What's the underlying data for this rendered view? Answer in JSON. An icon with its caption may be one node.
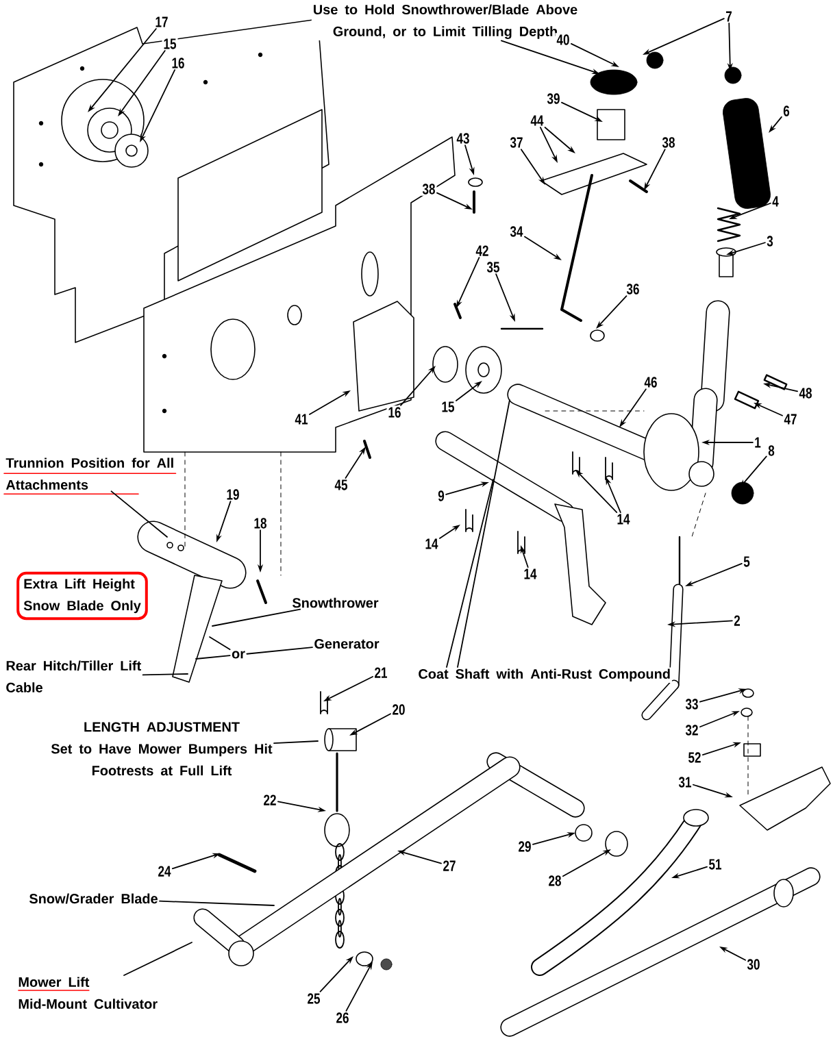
{
  "diagram": {
    "nodes": [
      {
        "text": [
          "Use to Hold Snowthrower/Blade Above Ground, or to Limit Tilling Depth"
        ]
      },
      {
        "text": [
          "7"
        ]
      },
      {
        "text": [
          "17"
        ]
      },
      {
        "text": [
          "40"
        ]
      },
      {
        "text": [
          "15"
        ]
      },
      {
        "text": [
          "16"
        ]
      },
      {
        "text": [
          "39"
        ]
      },
      {
        "text": [
          "6"
        ]
      },
      {
        "text": [
          "44"
        ]
      },
      {
        "text": [
          "43"
        ]
      },
      {
        "text": [
          "37"
        ]
      },
      {
        "text": [
          "38"
        ]
      },
      {
        "text": [
          "38"
        ]
      },
      {
        "text": [
          "4"
        ]
      },
      {
        "text": [
          "34"
        ]
      },
      {
        "text": [
          "3"
        ]
      },
      {
        "text": [
          "42"
        ]
      },
      {
        "text": [
          "35"
        ]
      },
      {
        "text": [
          "36"
        ]
      },
      {
        "text": [
          "46"
        ]
      },
      {
        "text": [
          "48"
        ]
      },
      {
        "text": [
          "16"
        ]
      },
      {
        "text": [
          "15"
        ]
      },
      {
        "text": [
          "41"
        ]
      },
      {
        "text": [
          "47"
        ]
      },
      {
        "text": [
          "1"
        ]
      },
      {
        "text": [
          "8"
        ]
      },
      {
        "text": [
          "Trunnion Position for All Attachments"
        ]
      },
      {
        "text": [
          "45"
        ]
      },
      {
        "text": [
          "19"
        ]
      },
      {
        "text": [
          "9"
        ]
      },
      {
        "text": [
          "14"
        ]
      },
      {
        "text": [
          "18"
        ]
      },
      {
        "text": [
          "14"
        ]
      },
      {
        "text": [
          "5"
        ]
      },
      {
        "text": [
          "14"
        ]
      },
      {
        "text": [
          "Extra Lift Height Snow Blade Only"
        ]
      },
      {
        "text": [
          "Snowthrower"
        ]
      },
      {
        "text": [
          "2"
        ]
      },
      {
        "text": [
          "Generator"
        ]
      },
      {
        "text": [
          "or"
        ]
      },
      {
        "text": [
          "Rear Hitch/Tiller Lift Cable"
        ]
      },
      {
        "text": [
          "Coat Shaft with Anti-Rust Compound"
        ]
      },
      {
        "text": [
          "21"
        ]
      },
      {
        "text": [
          "33"
        ]
      },
      {
        "text": [
          "20"
        ]
      },
      {
        "text": [
          "32"
        ]
      },
      {
        "text": [
          "LENGTH ADJUSTMENT",
          "Set to Have Mower Bumpers Hit Footrests at Full Lift"
        ]
      },
      {
        "text": [
          "52"
        ]
      },
      {
        "text": [
          "31"
        ]
      },
      {
        "text": [
          "22"
        ]
      },
      {
        "text": [
          "29"
        ]
      },
      {
        "text": [
          "27"
        ]
      },
      {
        "text": [
          "51"
        ]
      },
      {
        "text": [
          "24"
        ]
      },
      {
        "text": [
          "28"
        ]
      },
      {
        "text": [
          "Snow/Grader Blade"
        ]
      },
      {
        "text": [
          "30"
        ]
      },
      {
        "text": [
          "Mower Lift",
          "Mid-Mount Cultivator"
        ]
      },
      {
        "text": [
          "25"
        ]
      },
      {
        "text": [
          "26"
        ]
      }
    ],
    "edges": [
      {
        "from": 0,
        "to": null,
        "arrow": "to"
      },
      {
        "from": 1,
        "to": null,
        "arrow": "to"
      },
      {
        "from": 1,
        "to": null,
        "arrow": "to"
      },
      {
        "from": 2,
        "to": null,
        "arrow": "to"
      },
      {
        "from": 3,
        "to": null,
        "arrow": "to"
      },
      {
        "from": 4,
        "to": null,
        "arrow": "to"
      },
      {
        "from": 5,
        "to": null,
        "arrow": "to"
      },
      {
        "from": 6,
        "to": null,
        "arrow": "to"
      },
      {
        "from": 7,
        "to": null,
        "arrow": "to"
      },
      {
        "from": 8,
        "to": null,
        "arrow": "to"
      },
      {
        "from": 8,
        "to": null,
        "arrow": "to"
      },
      {
        "from": 9,
        "to": null,
        "arrow": "to"
      },
      {
        "from": 10,
        "to": null,
        "arrow": "to"
      },
      {
        "from": 11,
        "to": null,
        "arrow": "to"
      },
      {
        "from": 12,
        "to": null,
        "arrow": "to"
      },
      {
        "from": 13,
        "to": null,
        "arrow": "to"
      },
      {
        "from": 14,
        "to": null,
        "arrow": "to"
      },
      {
        "from": 15,
        "to": null,
        "arrow": "to"
      },
      {
        "from": 16,
        "to": null,
        "arrow": "to"
      },
      {
        "from": 17,
        "to": null,
        "arrow": "to"
      },
      {
        "from": 18,
        "to": null,
        "arrow": "to"
      },
      {
        "from": 19,
        "to": null,
        "arrow": "to"
      },
      {
        "from": 20,
        "to": null,
        "arrow": "to"
      },
      {
        "from": 21,
        "to": null,
        "arrow": "to"
      },
      {
        "from": 22,
        "to": null,
        "arrow": "to"
      },
      {
        "from": 23,
        "to": null,
        "arrow": "to"
      },
      {
        "from": 24,
        "to": null,
        "arrow": "to"
      },
      {
        "from": 25,
        "to": null,
        "arrow": "to"
      },
      {
        "from": 26,
        "to": null,
        "arrow": "to"
      },
      {
        "from": 27,
        "to": null,
        "arrow": "none"
      },
      {
        "from": 28,
        "to": null,
        "arrow": "to"
      },
      {
        "from": 29,
        "to": null,
        "arrow": "to"
      },
      {
        "from": 30,
        "to": null,
        "arrow": "to"
      },
      {
        "from": 31,
        "to": null,
        "arrow": "to"
      },
      {
        "from": 31,
        "to": null,
        "arrow": "to"
      },
      {
        "from": 32,
        "to": null,
        "arrow": "to"
      },
      {
        "from": 33,
        "to": null,
        "arrow": "to"
      },
      {
        "from": 34,
        "to": null,
        "arrow": "to"
      },
      {
        "from": 35,
        "to": null,
        "arrow": "to"
      },
      {
        "from": 37,
        "to": null,
        "arrow": "none"
      },
      {
        "from": 38,
        "to": null,
        "arrow": "to"
      },
      {
        "from": 39,
        "to": 40,
        "arrow": "none"
      },
      {
        "from": 40,
        "to": null,
        "arrow": "none"
      },
      {
        "from": 40,
        "to": null,
        "arrow": "none"
      },
      {
        "from": 41,
        "to": null,
        "arrow": "none"
      },
      {
        "from": 42,
        "to": null,
        "arrow": "none"
      },
      {
        "from": 42,
        "to": null,
        "arrow": "none"
      },
      {
        "from": 43,
        "to": null,
        "arrow": "to"
      },
      {
        "from": 44,
        "to": null,
        "arrow": "to"
      },
      {
        "from": 45,
        "to": null,
        "arrow": "to"
      },
      {
        "from": 46,
        "to": null,
        "arrow": "to"
      },
      {
        "from": 47,
        "to": null,
        "arrow": "none"
      },
      {
        "from": 48,
        "to": null,
        "arrow": "to"
      },
      {
        "from": 49,
        "to": null,
        "arrow": "to"
      },
      {
        "from": 50,
        "to": null,
        "arrow": "to"
      },
      {
        "from": 51,
        "to": null,
        "arrow": "to"
      },
      {
        "from": 52,
        "to": null,
        "arrow": "to"
      },
      {
        "from": 53,
        "to": null,
        "arrow": "to"
      },
      {
        "from": 54,
        "to": null,
        "arrow": "to"
      },
      {
        "from": 55,
        "to": null,
        "arrow": "to"
      },
      {
        "from": 56,
        "to": null,
        "arrow": "none"
      },
      {
        "from": 57,
        "to": null,
        "arrow": "to"
      },
      {
        "from": 58,
        "to": null,
        "arrow": "none"
      },
      {
        "from": 59,
        "to": null,
        "arrow": "to"
      },
      {
        "from": 60,
        "to": null,
        "arrow": "to"
      }
    ]
  }
}
